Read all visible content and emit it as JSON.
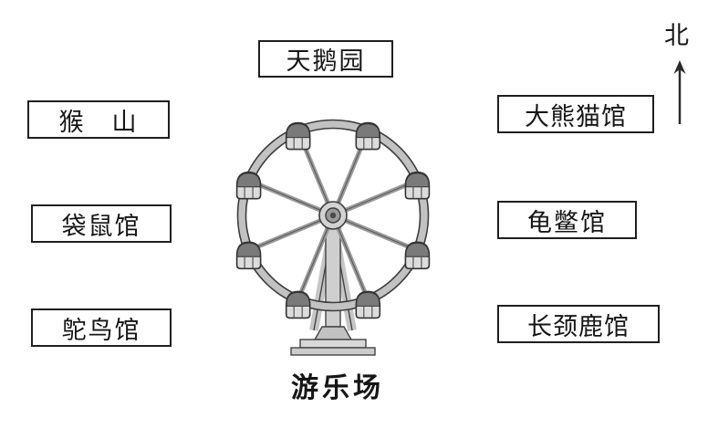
{
  "figure": {
    "compass": {
      "label": "北"
    },
    "top_box": {
      "label": "天鹅园"
    },
    "left_boxes": [
      {
        "label": "猴　山"
      },
      {
        "label": "袋鼠馆"
      },
      {
        "label": "鸵鸟馆"
      }
    ],
    "right_boxes": [
      {
        "label": "大熊猫馆"
      },
      {
        "label": "龟鳖馆"
      },
      {
        "label": "长颈鹿馆"
      }
    ],
    "bottom_label": "游乐场",
    "illustration": "ferris-wheel"
  },
  "colors": {
    "ink": "#1f1f1f",
    "wheel_light": "#c9c9c9",
    "wheel_mid": "#9a9a9a",
    "wheel_dark": "#555555"
  }
}
